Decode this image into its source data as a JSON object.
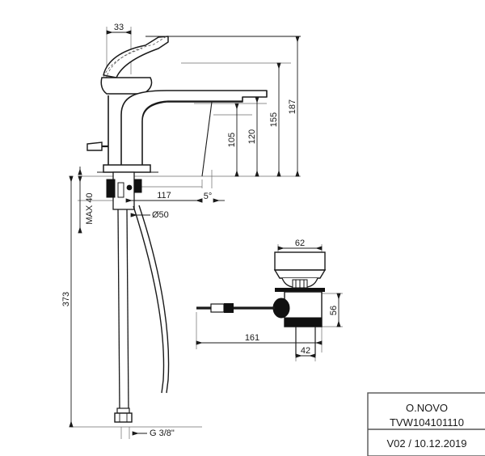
{
  "drawing": {
    "type": "technical-dimension-drawing",
    "subject": "single-lever basin mixer tap with pop-up waste",
    "units": "mm"
  },
  "dimensions": {
    "handle_offset": "33",
    "spout_height_105": "105",
    "spout_height_120": "120",
    "body_height_155": "155",
    "overall_height_187": "187",
    "spout_reach_117": "117",
    "aerator_angle": "5°",
    "mounting_hole": "Ø50",
    "max_deck_thickness": "MAX 40",
    "hose_length_373": "373",
    "hose_thread": "G 3/8\"",
    "waste_flange_dia": "62",
    "waste_body_height": "56",
    "waste_rod_length": "161",
    "waste_tail_dia": "42"
  },
  "title_block": {
    "product_name": "O.NOVO",
    "article_number": "TVW104101110",
    "revision_date": "V02 / 10.12.2019"
  },
  "colors": {
    "line": "#1a1a1a",
    "thin_line": "#555555",
    "background": "#ffffff",
    "fill_dark": "#111111"
  }
}
